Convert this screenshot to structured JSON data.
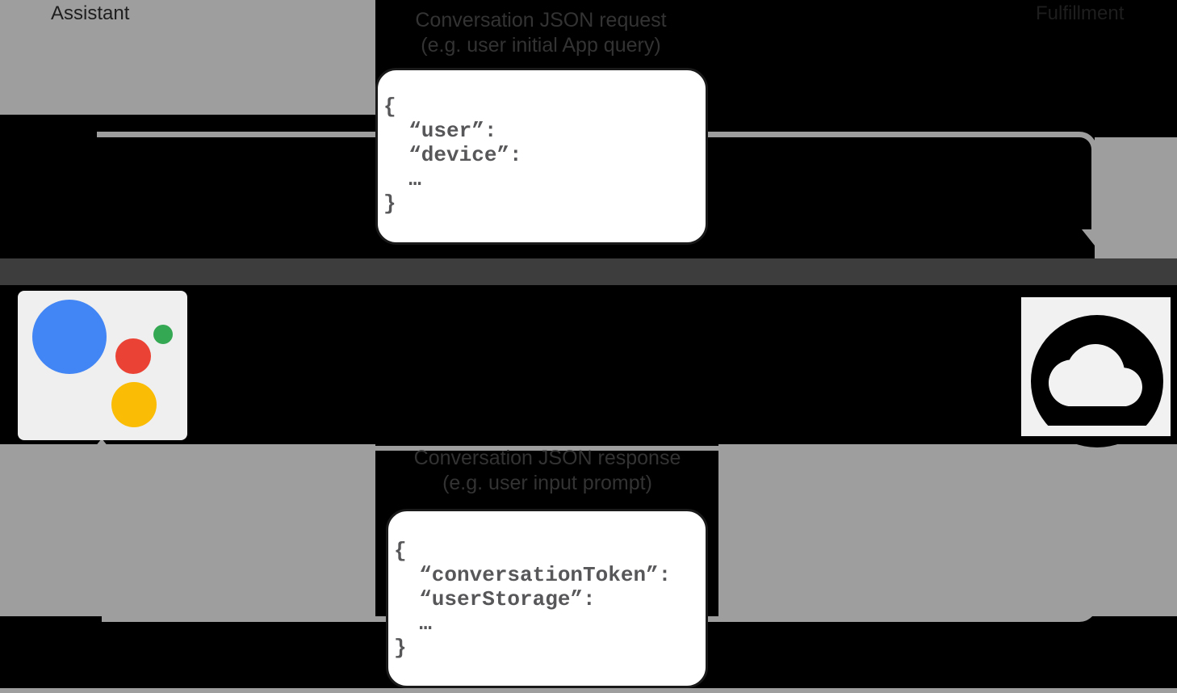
{
  "diagram": {
    "request_flow": {
      "title_line1": "Conversation JSON request",
      "title_line2": "(e.g. user initial App query)",
      "json_lines": [
        "{",
        "  “user”:",
        "  “device”:",
        "  …",
        "}"
      ]
    },
    "response_flow": {
      "title_line1": "Conversation JSON response",
      "title_line2": "(e.g. user input prompt)",
      "json_lines": [
        "{",
        "  “conversationToken”:",
        "  “userStorage”:",
        "  …",
        "}"
      ]
    },
    "actors": {
      "left_label": "Assistant",
      "right_label": "Fulfillment"
    },
    "icons": {
      "left": "google-assistant-logo",
      "right": "cloud-icon"
    },
    "colors": {
      "background": "#000000",
      "band_gray": "#9e9e9e",
      "actor_band": "#3d3d3d",
      "json_box_bg": "#ffffff",
      "json_text": "#57575a",
      "assistant_blue": "#4285F4",
      "assistant_red": "#EA4335",
      "assistant_green": "#34A853",
      "assistant_yellow": "#FBBC05",
      "cloud_icon_black": "#000000"
    }
  }
}
